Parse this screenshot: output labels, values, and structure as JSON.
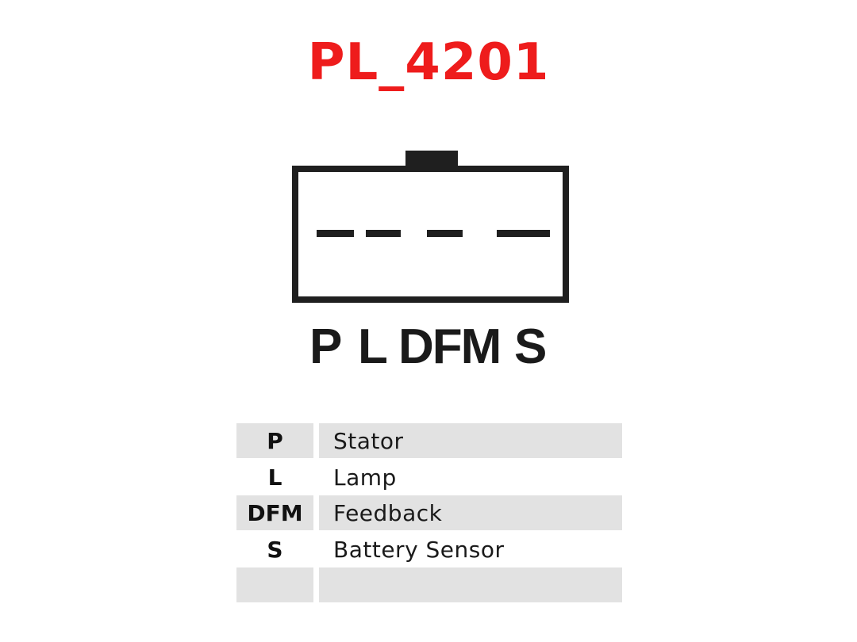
{
  "title": {
    "text": "PL_4201",
    "color": "#ee1c1c"
  },
  "connector": {
    "pin_labels": [
      "P",
      "L",
      "DFM",
      "S"
    ],
    "pin_label_color": "#1a1a1a",
    "outline_color": "#1f1f1f"
  },
  "legend": {
    "rows": [
      {
        "code": "P",
        "description": "Stator",
        "shaded": true
      },
      {
        "code": "L",
        "description": "Lamp",
        "shaded": false
      },
      {
        "code": "DFM",
        "description": "Feedback",
        "shaded": true
      },
      {
        "code": "S",
        "description": "Battery Sensor",
        "shaded": false
      },
      {
        "code": "",
        "description": "",
        "shaded": true
      }
    ],
    "shade_color": "#e2e2e2"
  }
}
